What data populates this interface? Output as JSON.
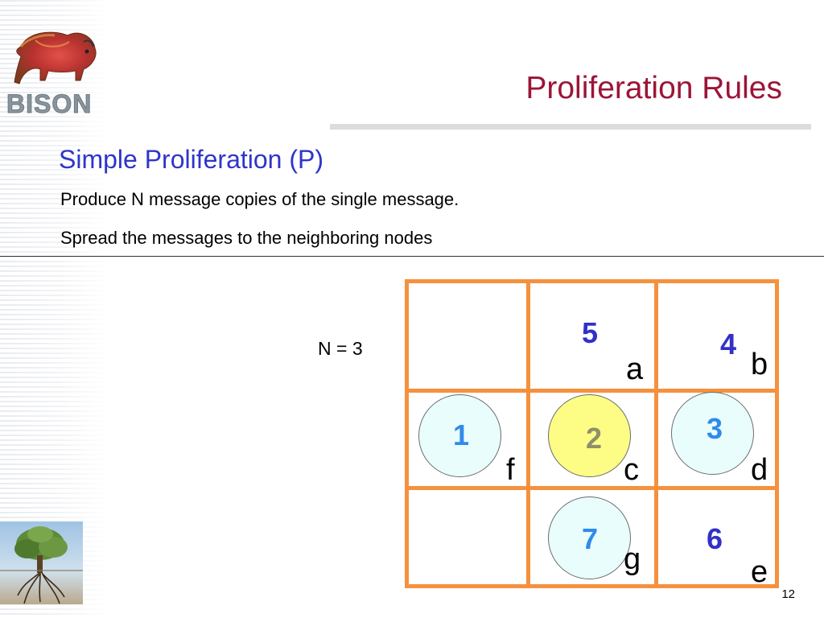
{
  "logo": {
    "text": "BISON",
    "icon": "bison-icon"
  },
  "title": "Proliferation Rules",
  "subtitle": "Simple Proliferation (P)",
  "bullets": [
    "Produce N message copies of the single message.",
    "Spread the messages to the neighboring nodes"
  ],
  "n_label": "N = 3",
  "grid": {
    "numbers": {
      "n1": "1",
      "n2": "2",
      "n3": "3",
      "n4": "4",
      "n5": "5",
      "n6": "6",
      "n7": "7"
    },
    "nodes": {
      "a": "a",
      "b": "b",
      "c": "c",
      "d": "d",
      "e": "e",
      "f": "f",
      "g": "g"
    }
  },
  "colors": {
    "title": "#9b1537",
    "subtitle": "#2e35c9",
    "grid": "#f5913e",
    "circle_highlight": "#fdfd86",
    "circle_default": "#e9fdfd",
    "number_in_circle": "#2f8bea",
    "number_free": "#3131c8"
  },
  "decoration": {
    "icon": "tree-icon"
  },
  "page_number": "12"
}
